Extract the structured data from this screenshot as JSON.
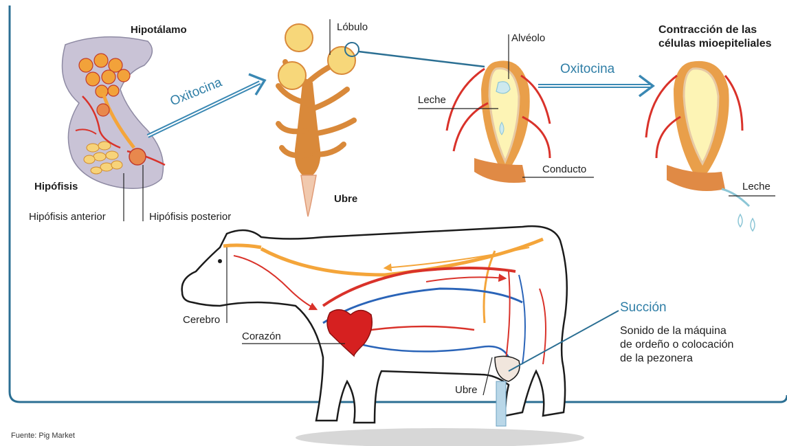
{
  "labels": {
    "hipotalamo": "Hipotálamo",
    "hipofisis": "Hipófisis",
    "hipofisis_anterior": "Hipófisis anterior",
    "hipofisis_posterior": "Hipófisis posterior",
    "oxitocina_1": "Oxitocina",
    "lobulo": "Lóbulo",
    "ubre_top": "Ubre",
    "alveolo": "Alvéolo",
    "leche_1": "Leche",
    "oxitocina_2": "Oxitocina",
    "conducto": "Conducto",
    "contraccion": "Contracción de las células mioepiteliales",
    "leche_2": "Leche",
    "cerebro": "Cerebro",
    "corazon": "Corazón",
    "ubre_cow": "Ubre",
    "succion": "Succión",
    "succion_desc": "Sonido de la máquina de ordeño o colocación de la pezonera"
  },
  "source": "Fuente: Pig Market",
  "colors": {
    "frame": "#2b6f93",
    "arrow_blue": "#3a88b3",
    "vessel_red": "#d9322a",
    "nerve_orange": "#f4a53a",
    "gland_orange": "#d9893a",
    "milk_pale": "#fdf4b5",
    "hypothalamus_bg": "#c9c3d6",
    "heart_red": "#d62020",
    "vein_blue": "#2a64b8"
  }
}
